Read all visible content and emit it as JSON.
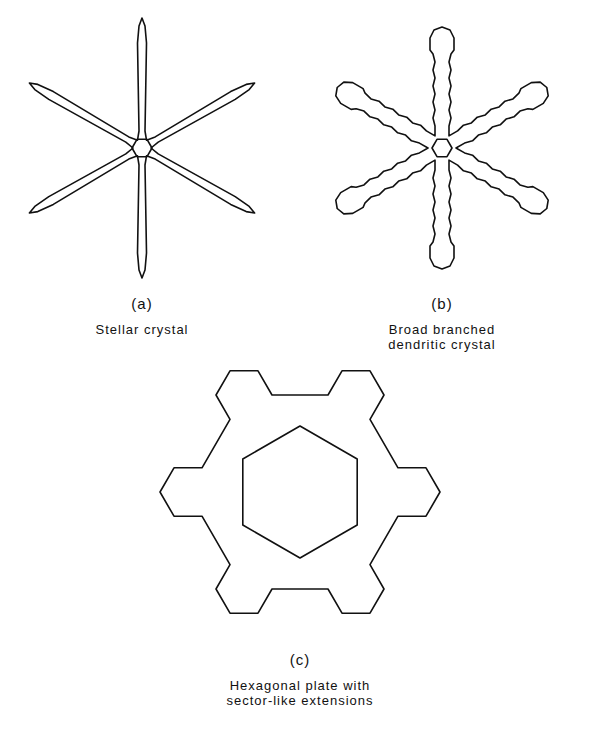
{
  "diagram": {
    "labels": [
      "(a)",
      "Stellar crystal",
      "(b)",
      "Broad branched dendritic crystal",
      "(c)",
      "Hexagonal plate with sector-like extensions"
    ]
  }
}
